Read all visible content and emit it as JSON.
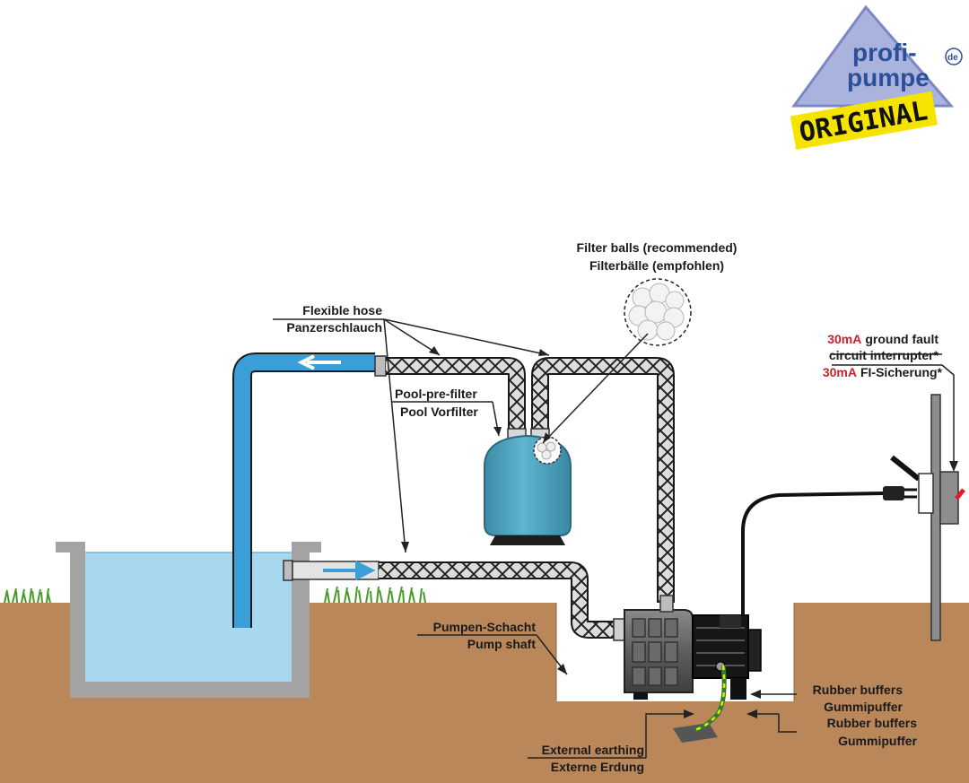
{
  "logo": {
    "brand_line1": "profi-",
    "brand_line2": "pumpe",
    "brand_suffix": "de",
    "badge": "ORIGINAL",
    "colors": {
      "triangle": "#a9b3de",
      "text": "#2b4f98",
      "badge_bg": "#f5e300"
    }
  },
  "labels": {
    "filter_balls_en": "Filter balls (recommended)",
    "filter_balls_de": "Filterbälle (empfohlen)",
    "flexible_hose_en": "Flexible hose",
    "flexible_hose_de": "Panzerschlauch",
    "pre_filter_en": "Pool-pre-filter",
    "pre_filter_de": "Pool Vorfilter",
    "fi_red_1": "30mA",
    "fi_en_line1": "ground fault",
    "fi_en_line2": "circuit interrupter*",
    "fi_red_2": "30mA",
    "fi_de": "FI-Sicherung*",
    "pump_shaft_de": "Pumpen-Schacht",
    "pump_shaft_en": "Pump shaft",
    "rubber_1_en": "Rubber buffers",
    "rubber_1_de": "Gummipuffer",
    "rubber_2_en": "Rubber buffers",
    "rubber_2_de": "Gummipuffer",
    "earthing_en": "External earthing",
    "earthing_de": "Externe Erdung"
  },
  "colors": {
    "water": "#a8d8f0",
    "pipe_blue": "#3a9fd8",
    "soil": "#b9875a",
    "grass": "#4a9a2a",
    "filter_tank": "#4aa0bc",
    "pool_wall": "#a3a3a3",
    "warning_red": "#c8232c"
  }
}
